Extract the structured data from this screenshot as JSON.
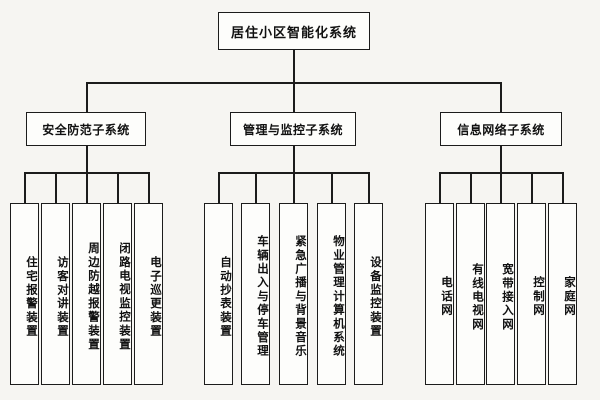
{
  "diagram": {
    "title": "居住小区智能化系统",
    "root": {
      "label": "居住小区智能化系统"
    },
    "branches": [
      {
        "label": "安全防范子系统",
        "children": [
          {
            "label": "住宅报警装置"
          },
          {
            "label": "访客对讲装置"
          },
          {
            "label": "周边防越报警装置"
          },
          {
            "label": "闭路电视监控装置"
          },
          {
            "label": "电子巡更装置"
          }
        ]
      },
      {
        "label": "管理与监控子系统",
        "children": [
          {
            "label": "自动抄表装置"
          },
          {
            "label": "车辆出入与停车管理"
          },
          {
            "label": "紧急广播与背景音乐"
          },
          {
            "label": "物业管理计算机系统"
          },
          {
            "label": "设备监控装置"
          }
        ]
      },
      {
        "label": "信息网络子系统",
        "children": [
          {
            "label": "电话网"
          },
          {
            "label": "有线电视网"
          },
          {
            "label": "宽带接入网"
          },
          {
            "label": "控制网"
          },
          {
            "label": "家庭网"
          }
        ]
      }
    ],
    "colors": {
      "background": "#f6f5f2",
      "box_fill": "#fdfdfb",
      "line": "#1c1c1c",
      "text": "#111111"
    }
  }
}
